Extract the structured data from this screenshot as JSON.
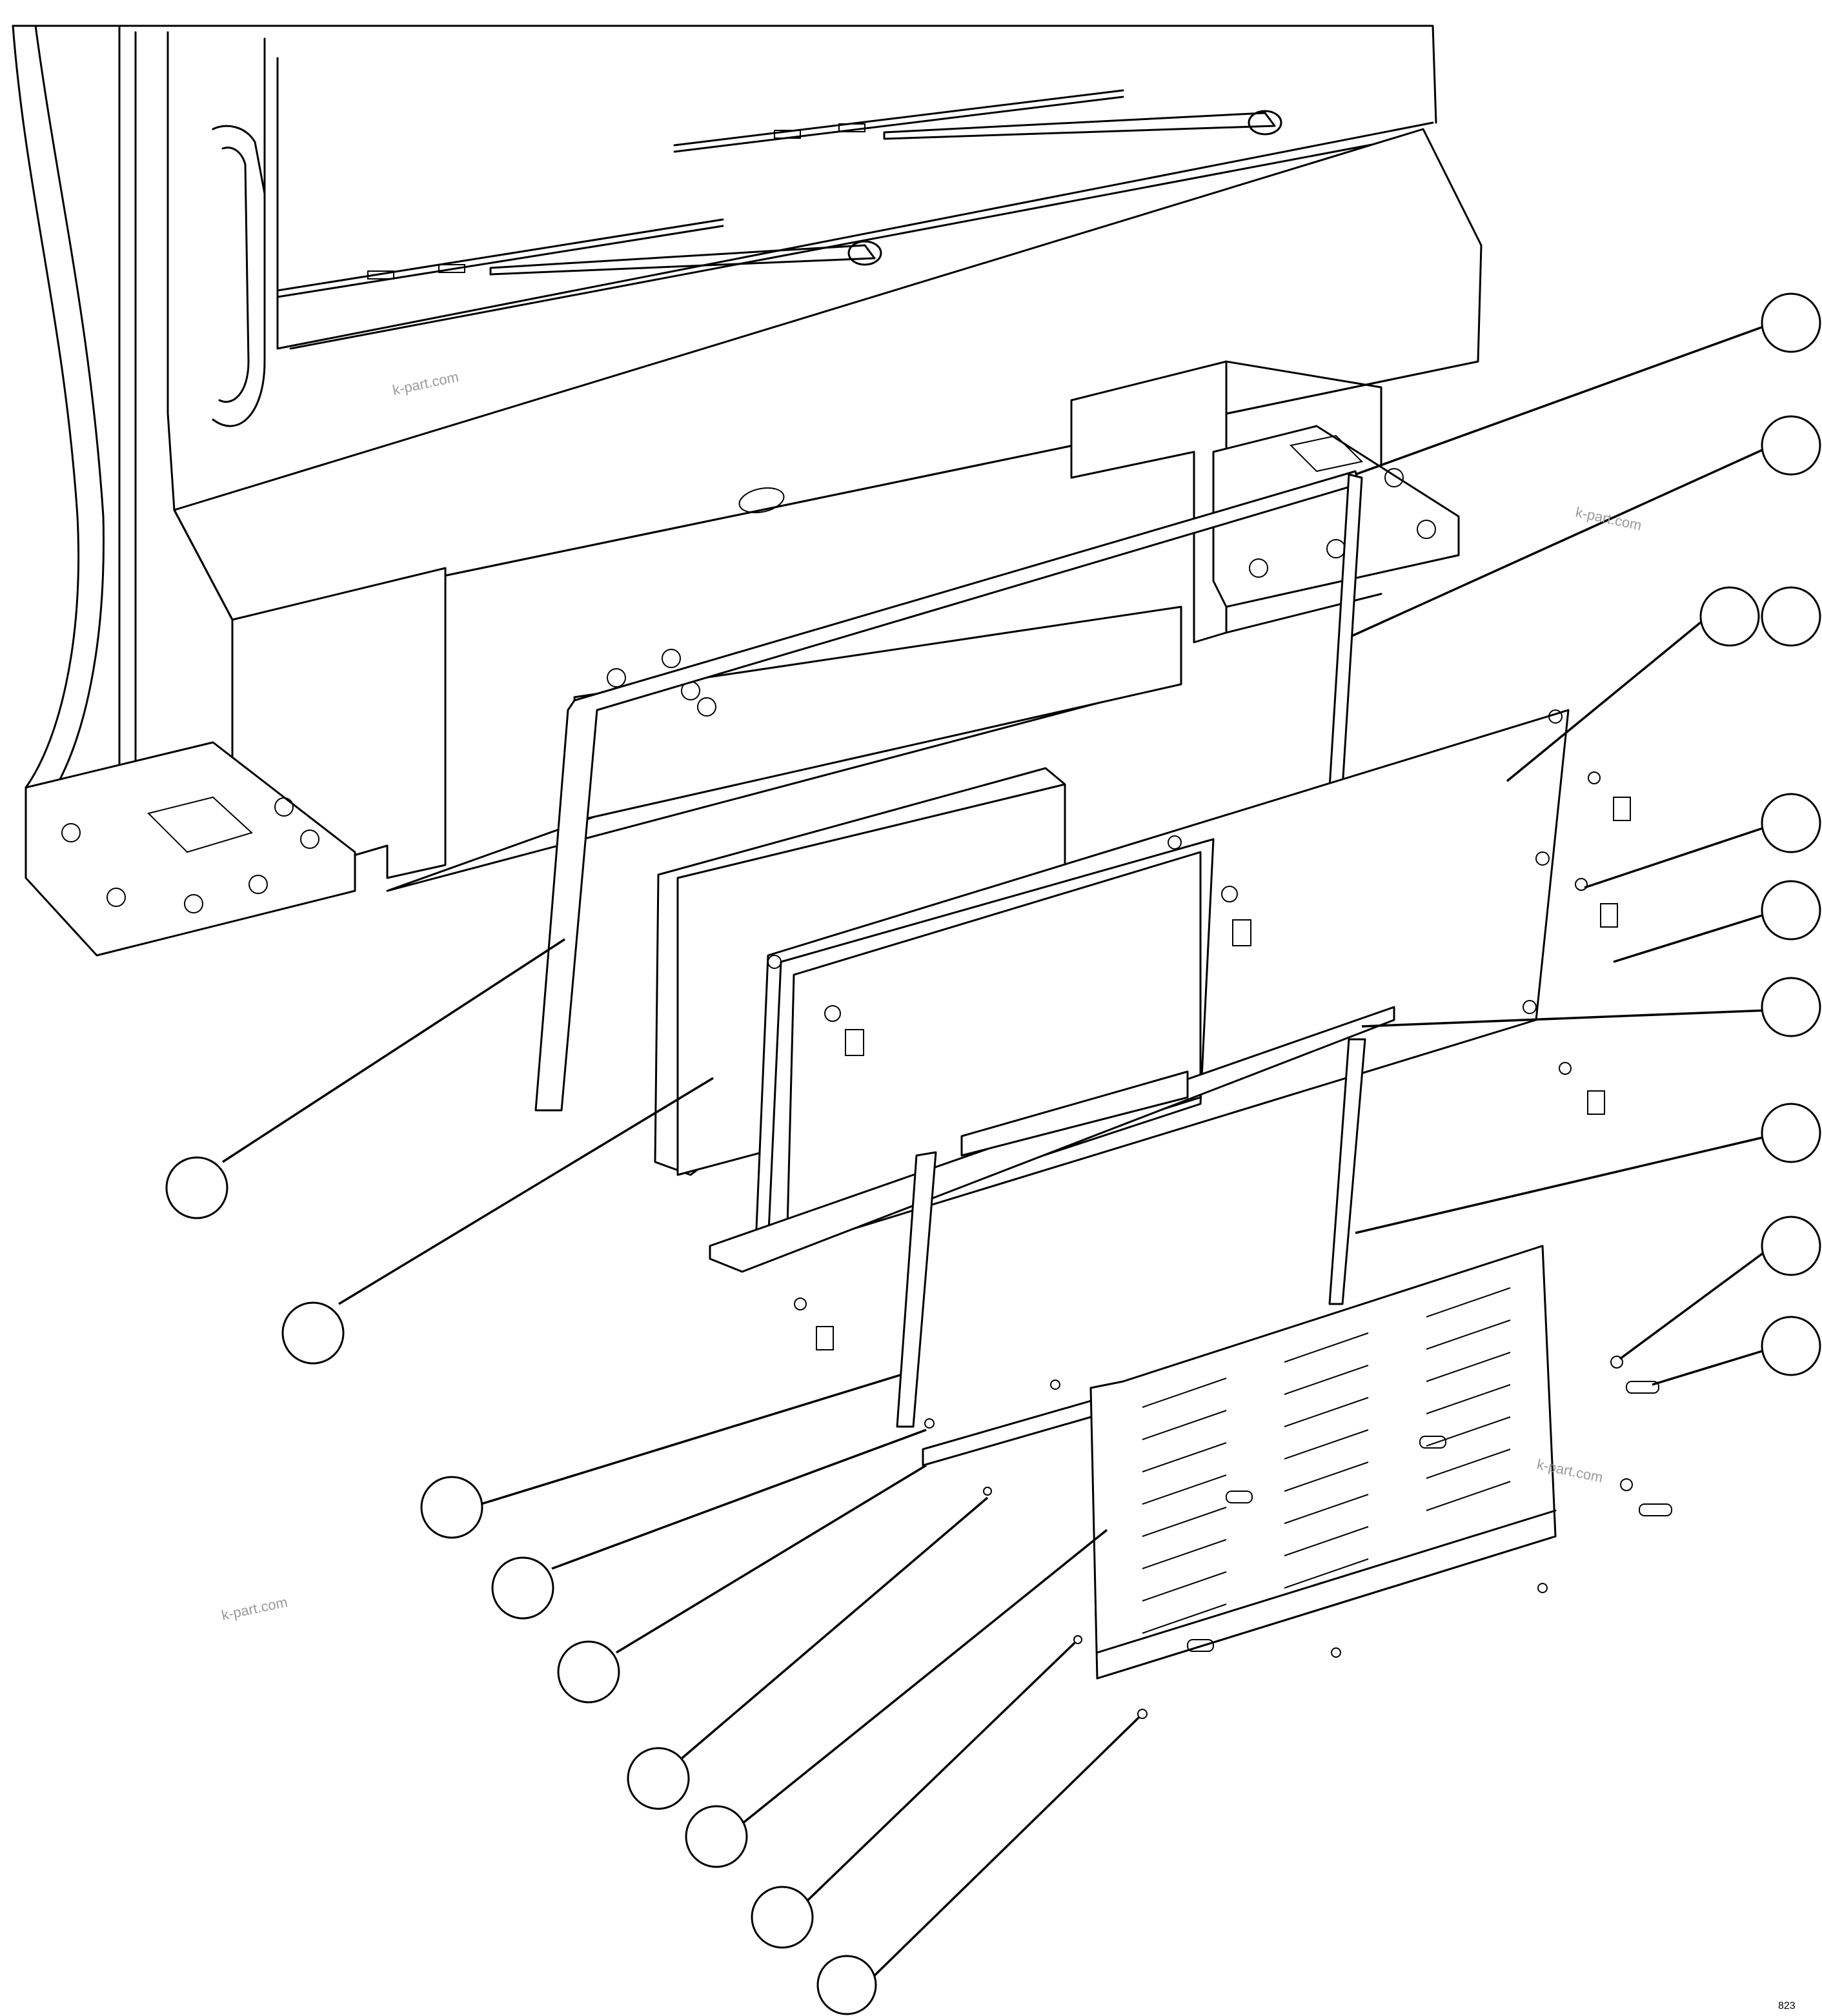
{
  "watermark": "k-part.com",
  "page_code": "823",
  "callouts": [
    {
      "id": "c1"
    },
    {
      "id": "c2"
    },
    {
      "id": "c3"
    },
    {
      "id": "c4"
    },
    {
      "id": "c5"
    },
    {
      "id": "c6"
    },
    {
      "id": "c7"
    },
    {
      "id": "c8"
    },
    {
      "id": "c9"
    },
    {
      "id": "c10"
    },
    {
      "id": "c11"
    },
    {
      "id": "c12"
    },
    {
      "id": "c13"
    },
    {
      "id": "c14"
    },
    {
      "id": "c15"
    },
    {
      "id": "c16"
    },
    {
      "id": "c17"
    },
    {
      "id": "c18"
    },
    {
      "id": "c19"
    }
  ]
}
